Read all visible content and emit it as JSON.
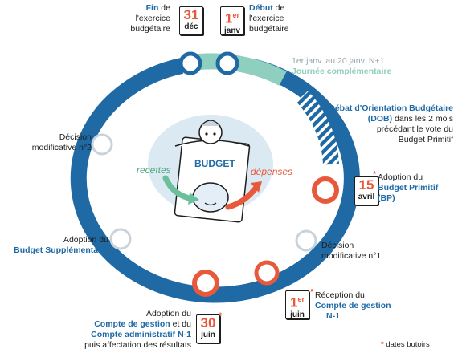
{
  "top": {
    "fin_bold": "Fin",
    "fin_rest": " de",
    "fin_line2": "l'exercice",
    "fin_line3": "budgétaire",
    "debut_bold": "Début",
    "debut_rest": " de",
    "debut_line2": "l'exercice",
    "debut_line3": "budgétaire"
  },
  "calendars": {
    "dec": {
      "num": "31",
      "month": "déc"
    },
    "janv": {
      "num": "1",
      "sup": "er",
      "month": "janv"
    },
    "avril": {
      "num": "15",
      "month": "avril"
    },
    "juin1": {
      "num": "1",
      "sup": "er",
      "month": "juin"
    },
    "juin30": {
      "num": "30",
      "month": "juin"
    }
  },
  "journee": {
    "dates": "1er janv. au 20 janv. N+1",
    "title": "Journée complémentaire"
  },
  "dob": {
    "title1": "Débat d'Orientation Budgétaire",
    "title2": "(DOB)",
    "rest1": " dans les 2 mois",
    "rest2": "précédant le vote du",
    "rest3": "Budget Primitif"
  },
  "bp": {
    "star": "*",
    "line1": "Adoption du",
    "line2": "Budget Primitif",
    "line3": "(BP)"
  },
  "dm1": {
    "line1": "Décision",
    "line2": "modificative n°1"
  },
  "dm2": {
    "line1": "Décision",
    "line2": "modificative n°2"
  },
  "bs": {
    "line1": "Adoption du",
    "line2": "Budget Supplémentaire"
  },
  "cg": {
    "star": "*",
    "line1": "Réception du",
    "line2": "Compte de gestion",
    "line3": "N-1"
  },
  "ca": {
    "line1": "Adoption du",
    "line2a": "Compte de gestion",
    "line2b": " et du",
    "line3": "Compte administratif N-1",
    "line4": "puis affectation des résultats",
    "star": "*"
  },
  "illustration": {
    "budget": "BUDGET",
    "recettes": "recettes",
    "depenses": "dépenses"
  },
  "legend": {
    "star": "*",
    "text": " dates butoirs"
  },
  "colors": {
    "ring_blue": "#1f6aa5",
    "ring_teal": "#7fc4b5",
    "accent_red": "#e8583b",
    "node_fill": "#ffffff",
    "node_gray": "#c9d3dc"
  }
}
